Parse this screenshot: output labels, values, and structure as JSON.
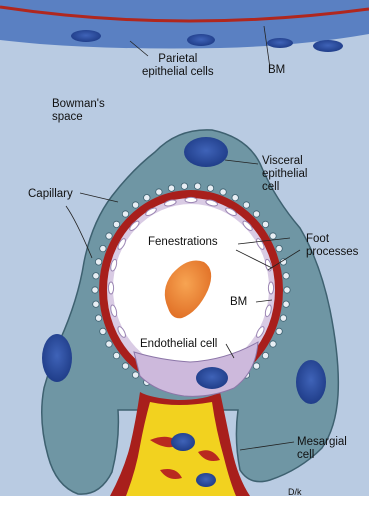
{
  "labels": {
    "parietal": "Parietal\nepithelial cells",
    "bm_top": "BM",
    "bowmans": "Bowman's\nspace",
    "visceral": "Visceral\nepithelial\ncell",
    "capillary": "Capillary",
    "fenestrations": "Fenestrations",
    "foot": "Foot\nprocesses",
    "bm_inner": "BM",
    "endothelial": "Endothelial cell",
    "mesangial": "Mesargial\ncell",
    "signature": "D/k"
  },
  "colors": {
    "parietal_layer": "#5b82c4",
    "nucleus": "#2c4d9e",
    "bowmans_space": "#b8c9e0",
    "visceral_cytoplasm": "#6f96a3",
    "basement_membrane": "#a11d1a",
    "capillary_lumen": "#ffffff",
    "endothelium": "#c9b6d9",
    "red_blood_cell": "#f08c3a",
    "mesangium": "#f2d21f"
  },
  "icons": [
    "red-blood-cell-icon",
    "nucleus-icon"
  ]
}
